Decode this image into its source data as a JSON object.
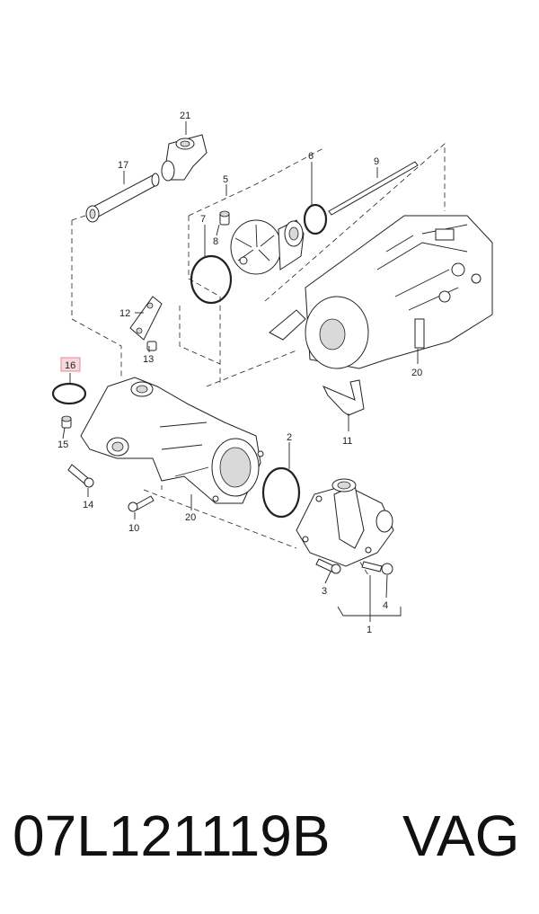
{
  "diagram": {
    "callouts": {
      "c1": "1",
      "c2": "2",
      "c3": "3",
      "c4": "4",
      "c5": "5",
      "c6": "6",
      "c7": "7",
      "c8": "8",
      "c9": "9",
      "c10": "10",
      "c11": "11",
      "c12": "12",
      "c13": "13",
      "c14": "14",
      "c15": "15",
      "c16": "16",
      "c17": "17",
      "c20a": "20",
      "c20b": "20",
      "c21": "21"
    },
    "highlighted_callout": "16",
    "highlight_color": "#f7d9dc"
  },
  "footer": {
    "part_number": "07L121119B",
    "brand": "VAG"
  }
}
